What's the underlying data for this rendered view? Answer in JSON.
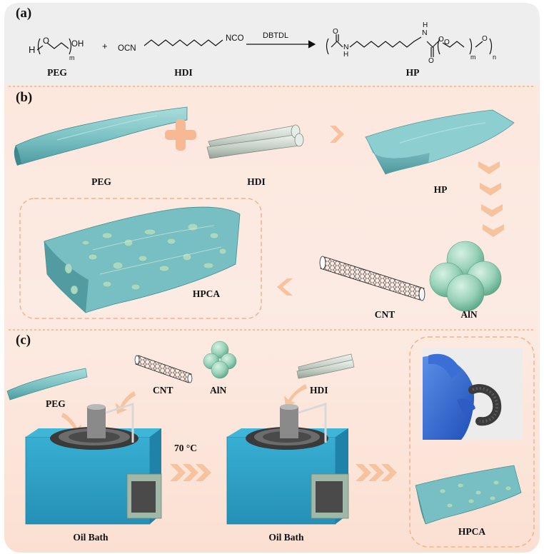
{
  "panels": {
    "a": "(a)",
    "b": "(b)",
    "c": "(c)"
  },
  "reaction": {
    "peg_h": "H",
    "peg_oh": "OH",
    "peg_m": "m",
    "plus": "+",
    "hdi_left": "OCN",
    "hdi_right": "NCO",
    "catalyst": "DBTDL",
    "hp_n1": "N",
    "hp_h1": "H",
    "hp_n2": "N",
    "hp_h2": "H",
    "hp_o1": "O",
    "hp_o2": "O",
    "hp_o3": "O",
    "hp_o4": "O",
    "hp_o5": "O",
    "hp_m": "m",
    "hp_n": "n",
    "labels": {
      "peg": "PEG",
      "hdi": "HDI",
      "hp": "HP"
    }
  },
  "panel_b": {
    "peg": "PEG",
    "hdi": "HDI",
    "hp": "HP",
    "hpca": "HPCA",
    "cnt": "CNT",
    "aln": "AlN"
  },
  "panel_c": {
    "peg": "PEG",
    "cnt": "CNT",
    "aln": "AlN",
    "hdi": "HDI",
    "temp": "70 °C",
    "oil_bath_1": "Oil Bath",
    "oil_bath_2": "Oil Bath",
    "hpca": "HPCA"
  },
  "colors": {
    "film": "#7ec4c6",
    "film_dark": "#4f9ea3",
    "tube": "#cfd8d0",
    "sphere": "#9fd4bd",
    "bath": "#2fa0c4",
    "arrow": "#f7c39e",
    "dash": "#f4b28a"
  }
}
